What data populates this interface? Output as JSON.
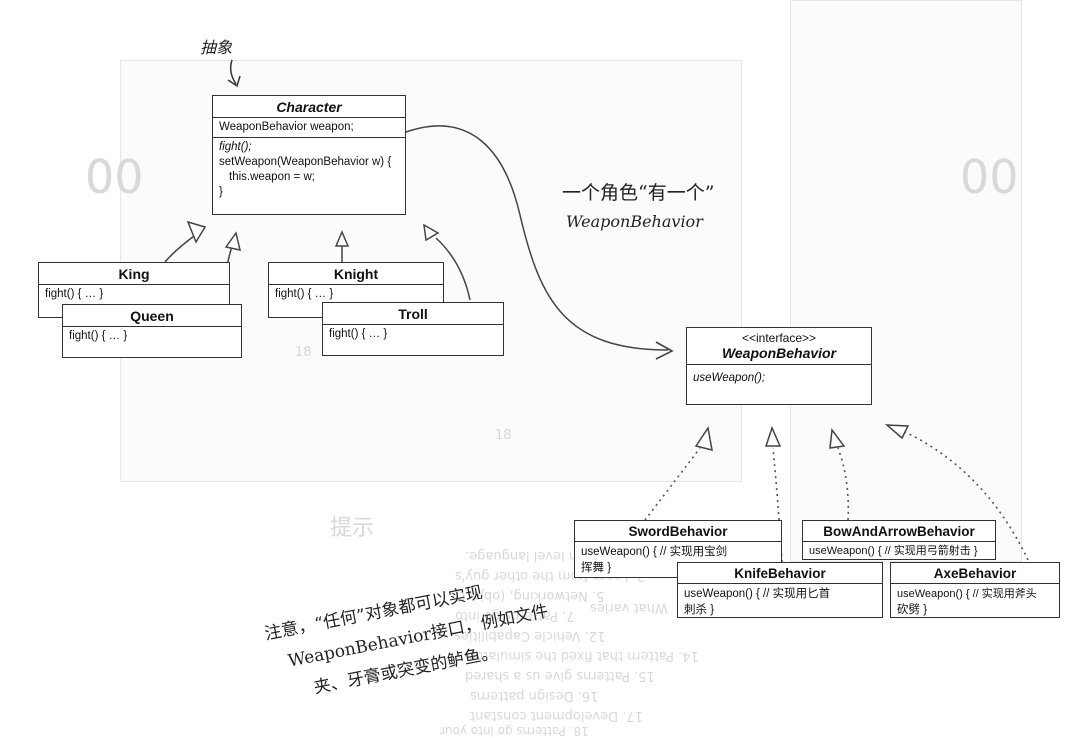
{
  "annotations": {
    "abstract_label": "抽象",
    "has_a_line1": "一个角色“有一个”",
    "has_a_line2": "WeaponBehavior",
    "note_line1": "注意，“任何”对象都可以实现",
    "note_line2": "WeaponBehavior接口，例如文件",
    "note_line3": "夹、牙膏或突变的鲈鱼。"
  },
  "character": {
    "name": "Character",
    "field": "WeaponBehavior weapon;",
    "method1": "fight();",
    "method2": "setWeapon(WeaponBehavior w) {",
    "method3": "this.weapon = w;",
    "method4": "}"
  },
  "subclasses": {
    "king": {
      "name": "King",
      "method": "fight() { … }"
    },
    "queen": {
      "name": "Queen",
      "method": "fight() { … }"
    },
    "knight": {
      "name": "Knight",
      "method": "fight() { … }"
    },
    "troll": {
      "name": "Troll",
      "method": "fight() { … }"
    }
  },
  "interface": {
    "stereotype": "<<interface>>",
    "name": "WeaponBehavior",
    "method": "useWeapon();"
  },
  "behaviors": {
    "sword": {
      "name": "SwordBehavior",
      "method1": "useWeapon() { // 实现用宝剑",
      "method2": "挥舞 }"
    },
    "knife": {
      "name": "KnifeBehavior",
      "method1": "useWeapon() { // 实现用匕首",
      "method2": "刺杀 }"
    },
    "bow": {
      "name": "BowAndArrowBehavior",
      "method1": "useWeapon() { // 实现用弓箭射击 }"
    },
    "axe": {
      "name": "AxeBehavior",
      "method1": "useWeapon() { // 实现用斧头",
      "method2": "砍劈 }"
    }
  },
  "background_bleed": {
    "big1": "00",
    "big2": "00",
    "hint_title": "提示",
    "l1": "1. High level language.",
    "l2": "3. Learn from the other guy's",
    "l3": "5. Networking, (object)",
    "l4": "7. Patterns go into",
    "l5": "What varies",
    "l6": "12. Vehicle Capabilities.",
    "l7": "14. Pattern that fixed the simulator",
    "l8": "15. Patterns give us a shared",
    "l9": "16. Design patterns",
    "l10": "17. Development constant",
    "l11": "18. Patterns go into your",
    "n18a": "18",
    "n18b": "18"
  }
}
